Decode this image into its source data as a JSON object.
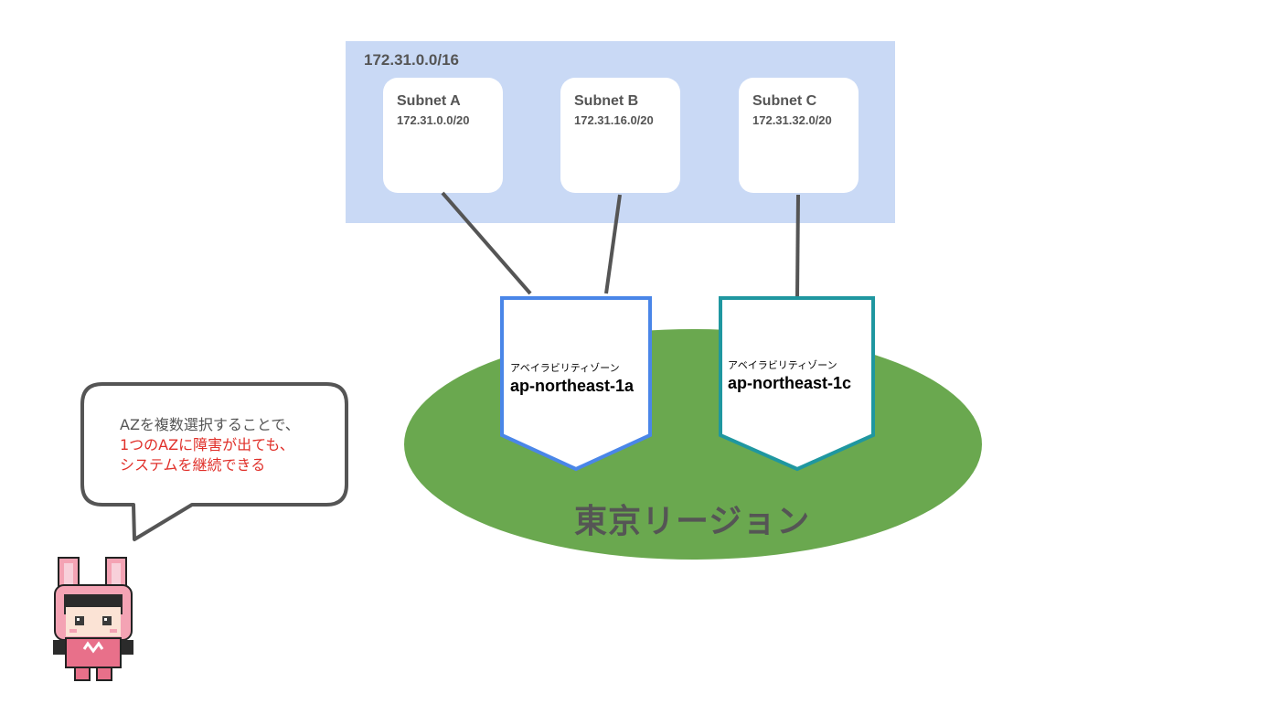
{
  "vpc": {
    "cidr": "172.31.0.0/16",
    "subnets": [
      {
        "name": "Subnet A",
        "cidr": "172.31.0.0/20"
      },
      {
        "name": "Subnet B",
        "cidr": "172.31.16.0/20"
      },
      {
        "name": "Subnet C",
        "cidr": "172.31.32.0/20"
      }
    ]
  },
  "region": {
    "label": "東京リージョン"
  },
  "availability_zones": [
    {
      "kana": "アベイラビリティゾーン",
      "name": "ap-northeast-1a"
    },
    {
      "kana": "アベイラビリティゾーン",
      "name": "ap-northeast-1c"
    }
  ],
  "speech_bubble": {
    "line1": "AZを複数選択することで、",
    "line2": "1つのAZに障害が出ても、",
    "line3": "システムを継続できる"
  },
  "colors": {
    "vpc_fill": "#c9d9f5",
    "region_fill": "#6aa84f",
    "az_a_border": "#4a86e8",
    "az_c_border": "#1f97a0",
    "connector": "#555555",
    "highlight_text": "#e0302a"
  },
  "icons": {
    "mascot": "pink-bunny-hood-character"
  }
}
